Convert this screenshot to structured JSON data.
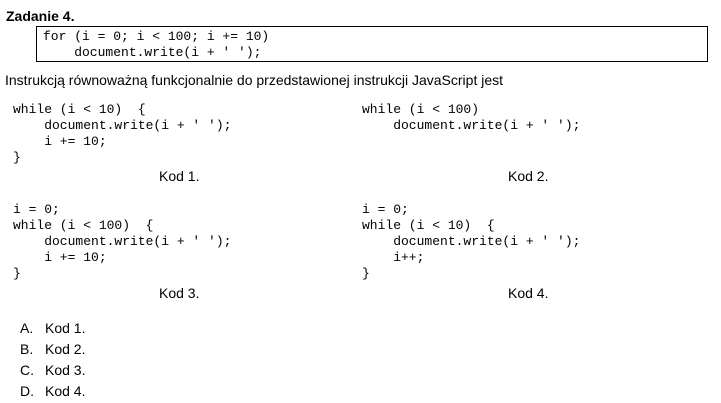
{
  "title": "Zadanie 4.",
  "task_code": "for (i = 0; i < 100; i += 10)\n    document.write(i + ' ');",
  "prompt": "Instrukcją równoważną funkcjonalnie do przedstawionej instrukcji JavaScript jest",
  "codes": [
    {
      "code": "while (i < 10)  {\n    document.write(i + ' ');\n    i += 10;\n}",
      "label": "Kod 1."
    },
    {
      "code": "while (i < 100)\n    document.write(i + ' ');",
      "label": "Kod 2."
    },
    {
      "code": "i = 0;\nwhile (i < 100)  {\n    document.write(i + ' ');\n    i += 10;\n}",
      "label": "Kod 3."
    },
    {
      "code": "i = 0;\nwhile (i < 10)  {\n    document.write(i + ' ');\n    i++;\n}",
      "label": "Kod 4."
    }
  ],
  "answers": [
    {
      "letter": "A.",
      "text": "Kod 1."
    },
    {
      "letter": "B.",
      "text": "Kod 2."
    },
    {
      "letter": "C.",
      "text": "Kod 3."
    },
    {
      "letter": "D.",
      "text": "Kod 4."
    }
  ]
}
